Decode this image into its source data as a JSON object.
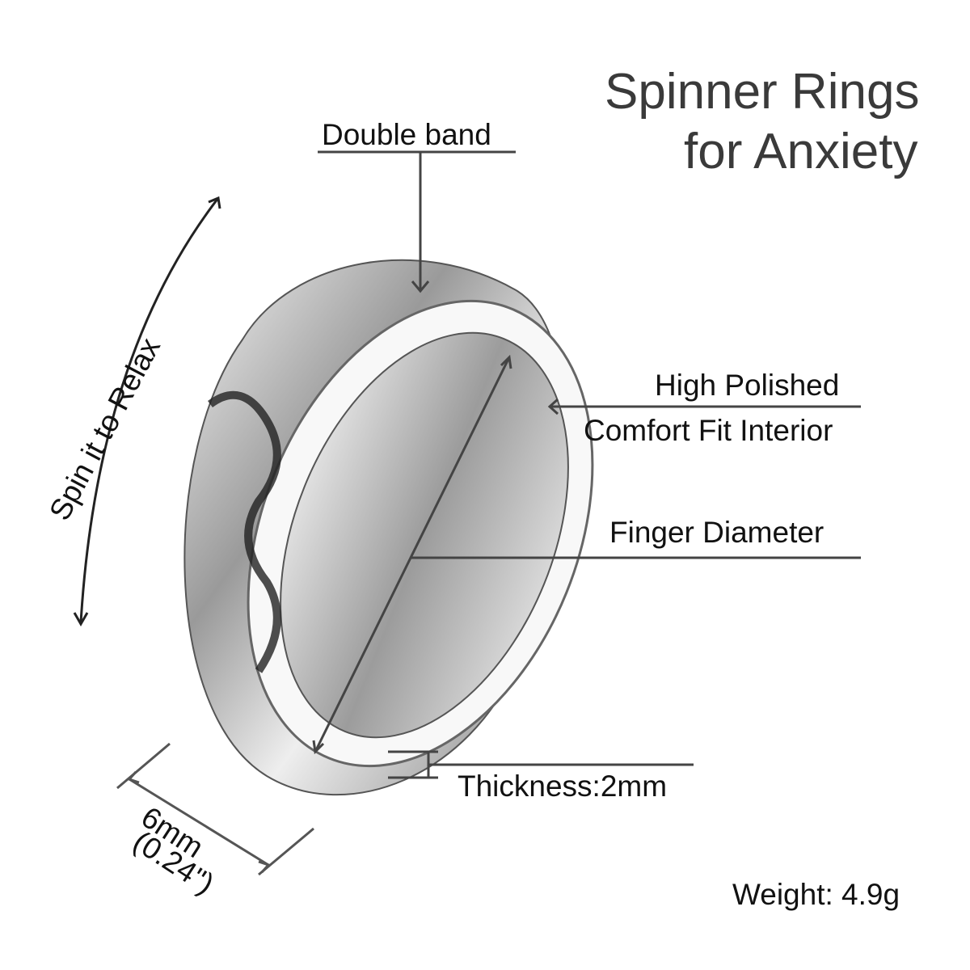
{
  "title": {
    "line1": "Spinner Rings",
    "line2": "for Anxiety"
  },
  "callouts": {
    "double_band": "Double band",
    "high_polished": "High Polished",
    "comfort_fit": "Comfort Fit Interior",
    "finger_diameter": "Finger Diameter",
    "thickness": "Thickness:2mm",
    "width_mm": "6mm",
    "width_inch": "(0.24\")",
    "spin": "Spin it to Relax",
    "weight": "Weight: 4.9g"
  },
  "colors": {
    "title": "#3a3a3a",
    "text": "#111111",
    "lines": "#444444",
    "metal": "#c8c8c8"
  }
}
